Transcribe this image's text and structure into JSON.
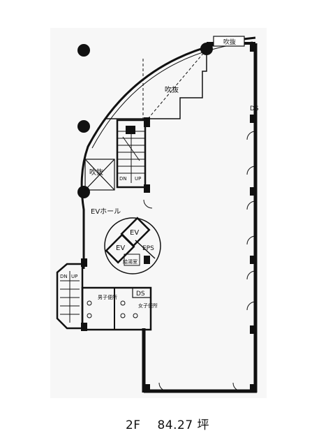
{
  "plan": {
    "labels": {
      "void_top_right": "吹抜",
      "void_top_center": "吹抜",
      "void_left": "吹抜",
      "ds_right": "DS",
      "ds_toilet": "DS",
      "ev_hall": "EVホール",
      "ev_upper": "EV",
      "ev_lower": "EV",
      "eps": "EPS",
      "small_room": "給湯室",
      "mens_toilet": "男子便所",
      "womens_toilet": "女子便所",
      "stair_main_dn": "DN",
      "stair_main_up": "UP",
      "stair_left_dn": "DN",
      "stair_left_up": "UP"
    }
  },
  "caption": {
    "floor": "2F",
    "area": "84.27 坪"
  }
}
